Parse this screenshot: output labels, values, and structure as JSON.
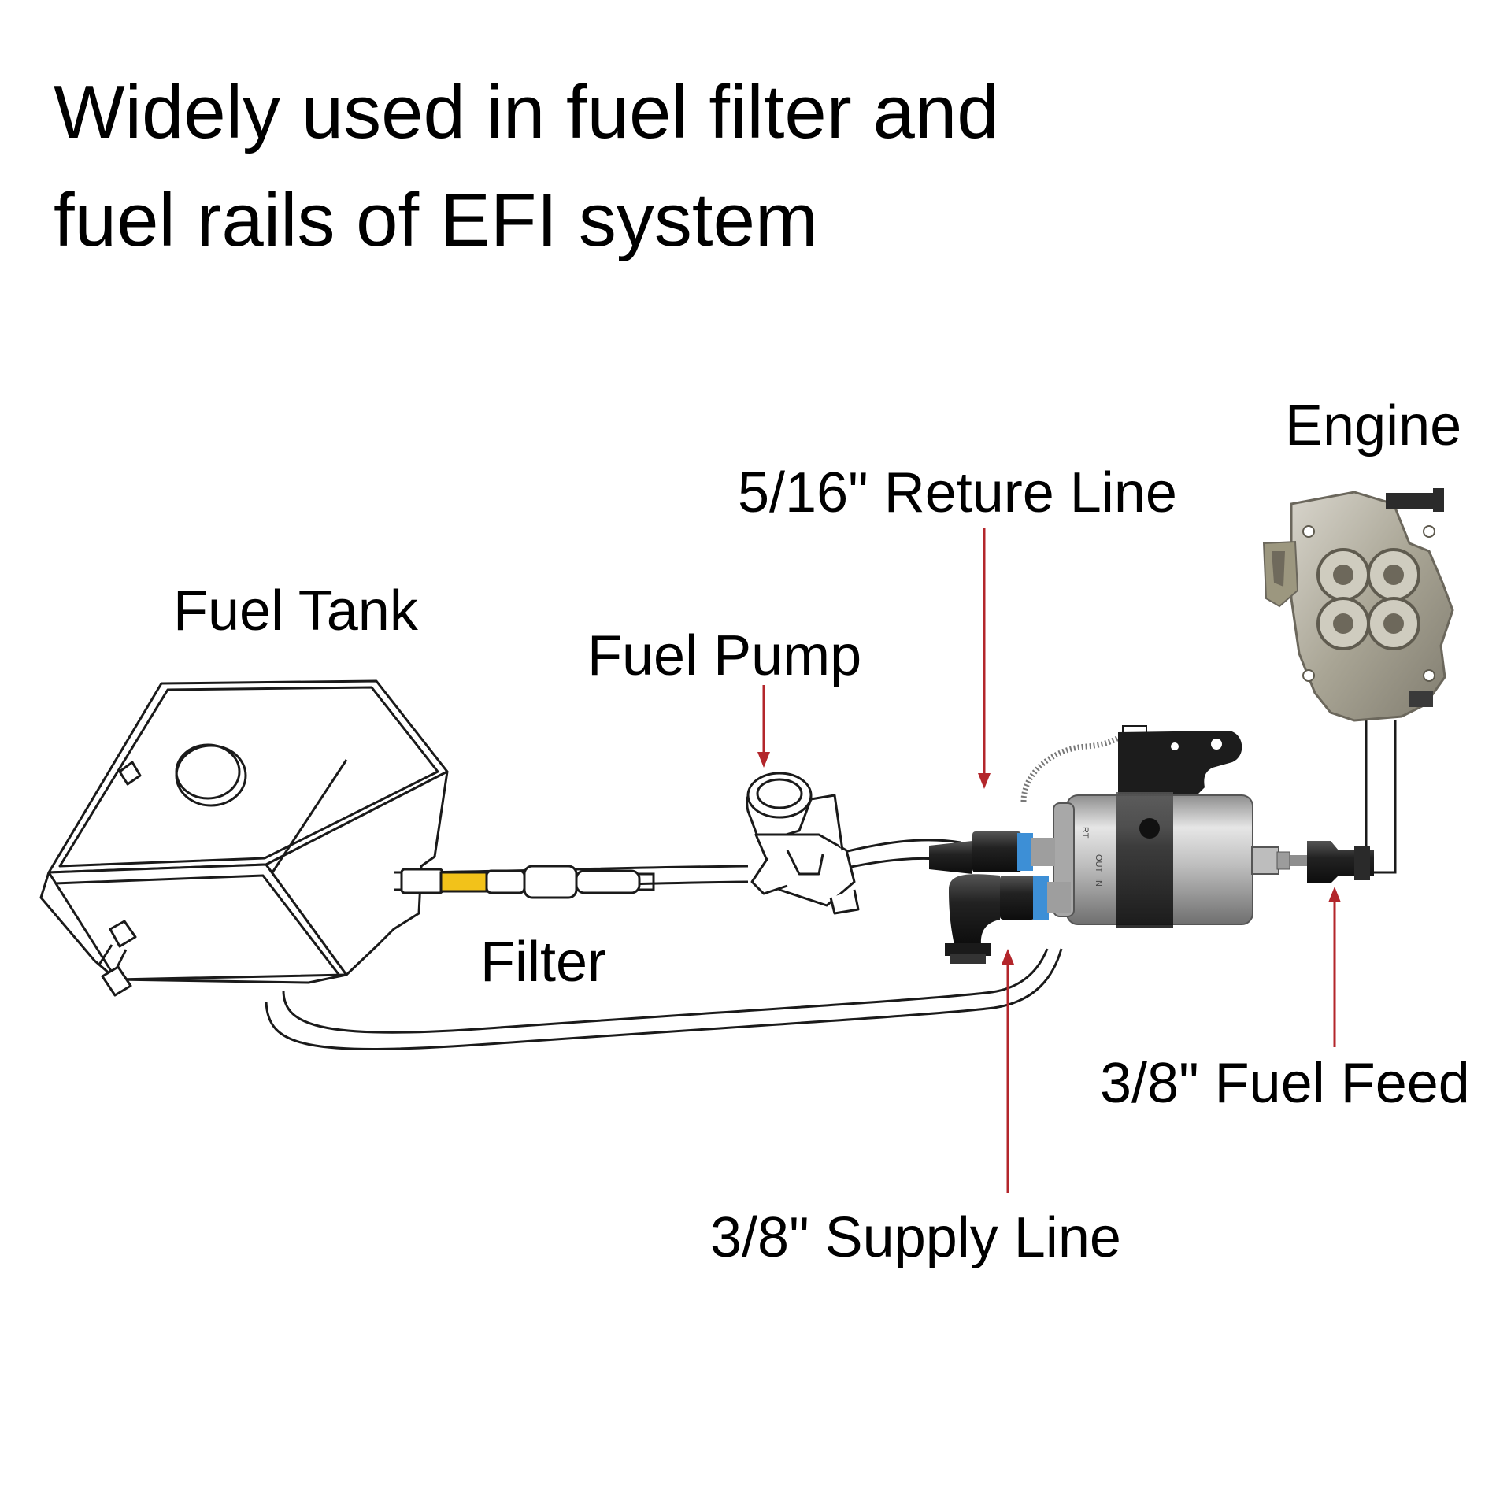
{
  "heading": {
    "line1": "Widely used in fuel filter and",
    "line2": "fuel rails of EFI system"
  },
  "labels": {
    "engine": "Engine",
    "return_line": "5/16\" Reture Line",
    "fuel_tank": "Fuel Tank",
    "fuel_pump": "Fuel Pump",
    "filter": "Filter",
    "fuel_feed": "3/8\" Fuel Feed",
    "supply_line": "3/8\" Supply Line"
  },
  "colors": {
    "arrow": "#b3262b",
    "outline": "#1a1a1a",
    "filter_body": "#c9c9c9",
    "fitting": "#1e1e1e",
    "clip": "#3d8fd6",
    "pump_tag": "#f2c21a",
    "engine_body": "#b5b1a4"
  },
  "regulator_markings": {
    "rt": "RT",
    "out": "OUT",
    "in": "IN"
  }
}
